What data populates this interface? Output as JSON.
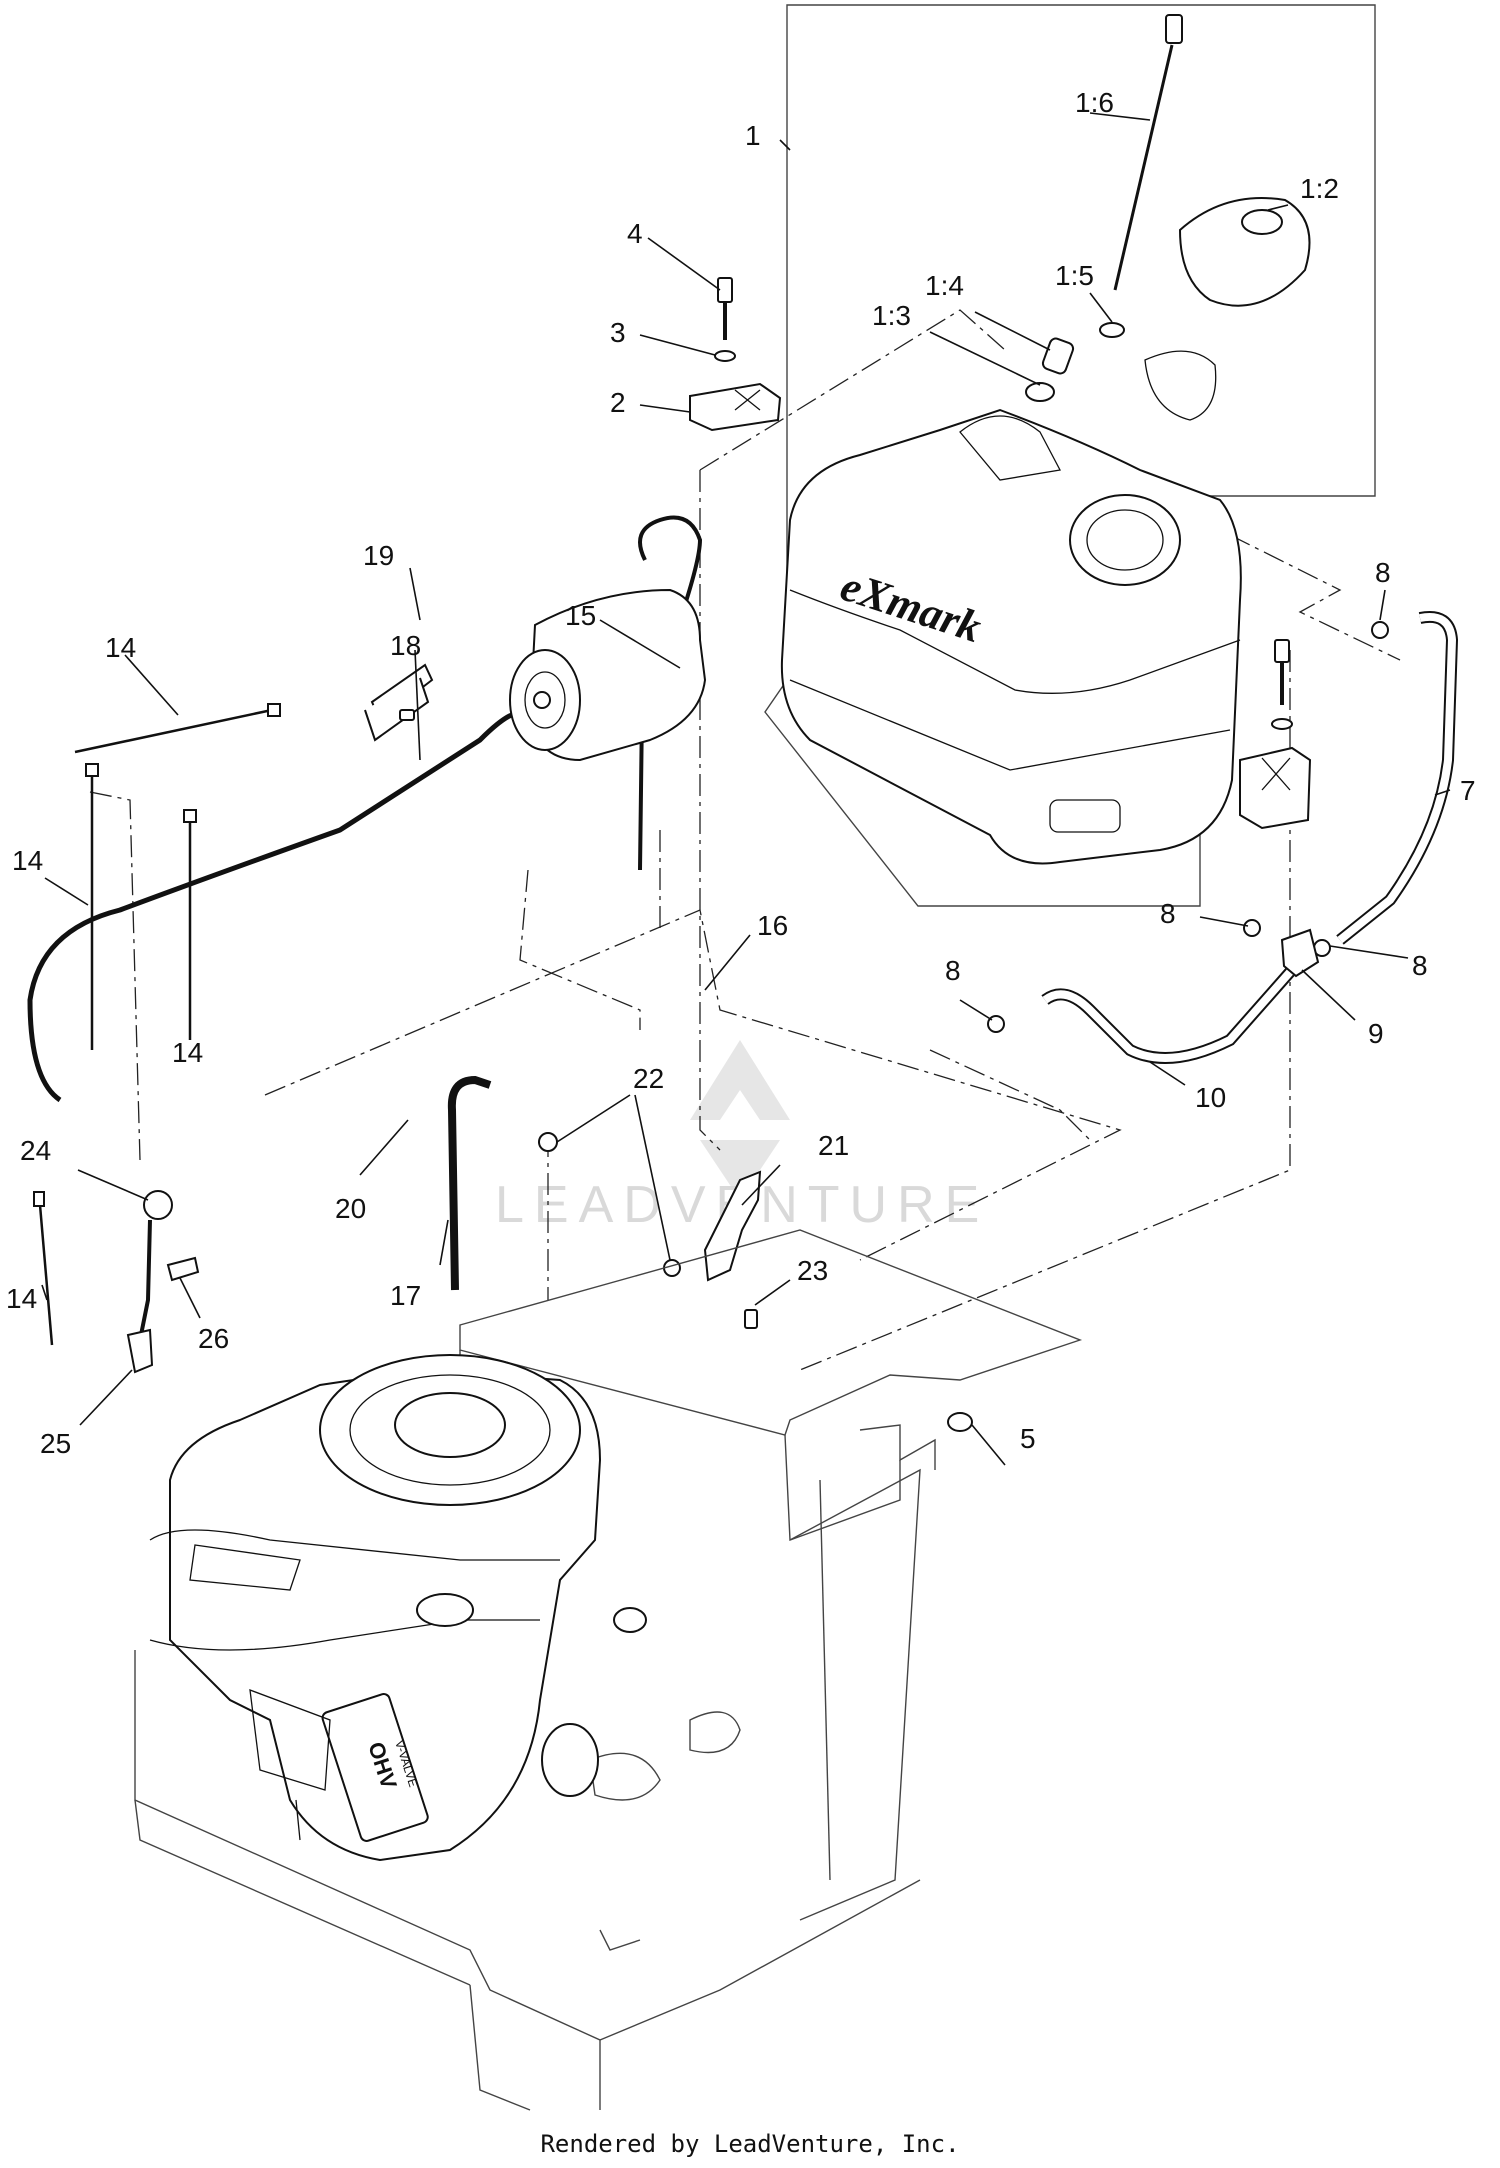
{
  "callouts": {
    "c1": "1",
    "c1_2": "1:2",
    "c1_3": "1:3",
    "c1_4": "1:4",
    "c1_5": "1:5",
    "c1_6": "1:6",
    "c2": "2",
    "c3": "3",
    "c4": "4",
    "c5": "5",
    "c7": "7",
    "c8a": "8",
    "c8b": "8",
    "c8c": "8",
    "c8d": "8",
    "c9": "9",
    "c10": "10",
    "c14a": "14",
    "c14b": "14",
    "c14c": "14",
    "c14d": "14",
    "c15": "15",
    "c16": "16",
    "c17": "17",
    "c18": "18",
    "c19": "19",
    "c20": "20",
    "c21": "21",
    "c22": "22",
    "c23": "23",
    "c24": "24",
    "c25": "25",
    "c26": "26"
  },
  "tank_logo": "eXmark",
  "engine_valve_text": "OHV",
  "engine_valve_sub": "V-VALVE",
  "watermark": "LEADVENTURE",
  "footer": "Rendered by LeadVenture, Inc."
}
